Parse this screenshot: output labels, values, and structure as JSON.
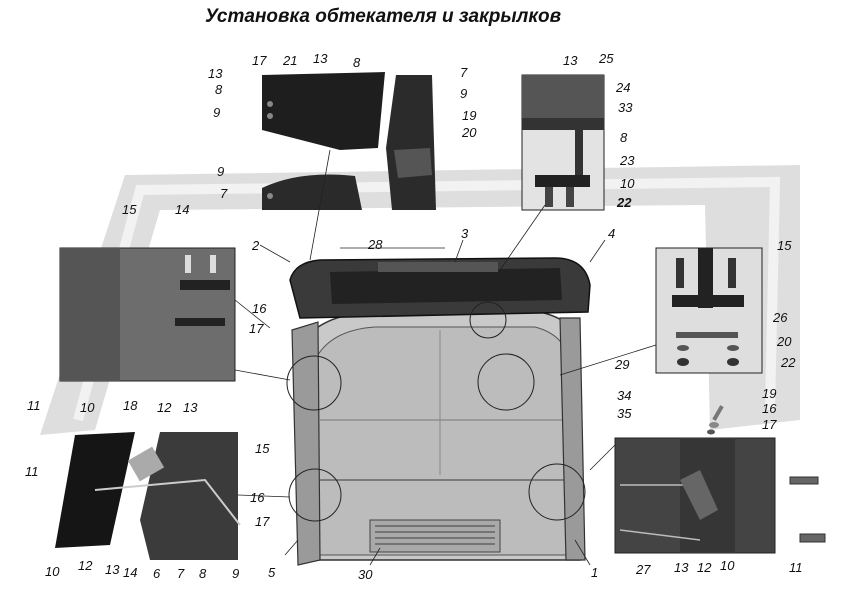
{
  "title": "Установка обтекателя и закрылков",
  "callouts": {
    "c17a": "17",
    "c21": "21",
    "c13a": "13",
    "c8a": "8",
    "c13b": "13",
    "c8b": "8",
    "c9a": "9",
    "c7a": "7",
    "c9b": "9",
    "c19a": "19",
    "c20a": "20",
    "c9c": "9",
    "c7b": "7",
    "c13c": "13",
    "c25": "25",
    "c24": "24",
    "c33": "33",
    "c8c": "8",
    "c23": "23",
    "c10a": "10",
    "c22a": "22",
    "c15a": "15",
    "c14a": "14",
    "c2": "2",
    "c28": "28",
    "c3": "3",
    "c4": "4",
    "c15b": "15",
    "c16a": "16",
    "c17b": "17",
    "c26": "26",
    "c20b": "20",
    "c22b": "22",
    "c29": "29",
    "c11a": "11",
    "c10b": "10",
    "c18": "18",
    "c12a": "12",
    "c13d": "13",
    "c34": "34",
    "c35": "35",
    "c19b": "19",
    "c16b": "16",
    "c17c": "17",
    "c11b": "11",
    "c15c": "15",
    "c16c": "16",
    "c17d": "17",
    "c10c": "10",
    "c12b": "12",
    "c13e": "13",
    "c14b": "14",
    "c6": "6",
    "c7c": "7",
    "c8d": "8",
    "c9d": "9",
    "c5": "5",
    "c30": "30",
    "c1": "1",
    "c27": "27",
    "c13f": "13",
    "c12c": "12",
    "c10d": "10",
    "c11c": "11"
  }
}
